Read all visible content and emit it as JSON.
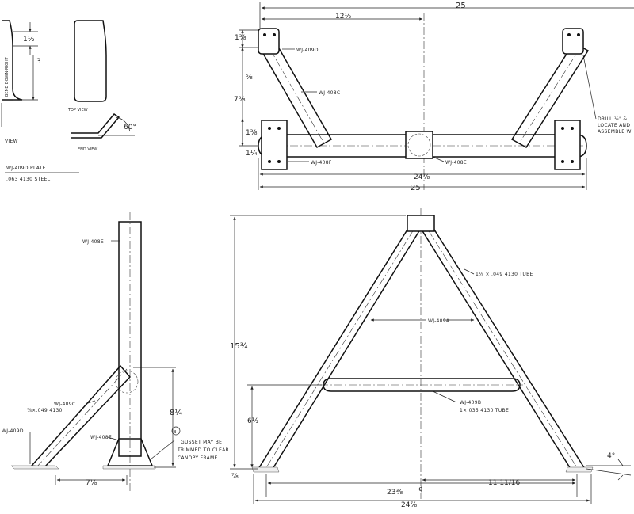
{
  "plate_detail": {
    "tab_dim": "1½",
    "height_dim": "3",
    "bend_note": "BEND DOWN-RIGHT",
    "top_view_label": "TOP VIEW",
    "end_view_label": "END VIEW",
    "side_view_label": "VIEW",
    "angle": "60°",
    "part_name": "WJ-409D PLATE",
    "material": ".063 4130 STEEL"
  },
  "plan_view": {
    "overall_width_top": "25",
    "half_width": "12½",
    "overall_width_bottom": "25",
    "inner_width": "24⅞",
    "dim_plate_a": "1⅜",
    "dim_plate_b": "⅝",
    "dim_rise": "7⅝",
    "dim_side_a": "1⅜",
    "dim_side_b": "1¼",
    "part_409d": "WJ-409D",
    "part_408c": "WJ-408C",
    "part_408f": "WJ-408F",
    "part_408e": "WJ-408E",
    "drill_note_1": "DRILL ¼\" &",
    "drill_note_2": "LOCATE AND",
    "drill_note_3": "ASSEMBLE W"
  },
  "side_view": {
    "part_408e": "WJ-408E",
    "part_409c": "WJ-409C",
    "tube_spec": "⅞×.049 4130",
    "part_409d": "WJ-409D",
    "part_408e_b": "WJ-408E",
    "height_dim": "8¼",
    "base_dim": "7⅛",
    "note_marker": "B",
    "gusset_note_1": "GUSSET MAY BE",
    "gusset_note_2": "TRIMMED TO CLEAR",
    "gusset_note_3": "CANOPY FRAME."
  },
  "front_view": {
    "height_dim": "15¾",
    "cross_dim": "6½",
    "base_dim": "⅞",
    "tube_spec": "1⅛ × .049 4130 TUBE",
    "part_409a": "WJ-409A",
    "part_409b": "WJ-409B",
    "tube_spec_b": "1×.035 4130 TUBE",
    "width_inner": "23⅜",
    "width_outer": "24⅞",
    "half_dim": "11 11/16",
    "center_mark": "¢",
    "angle": "4°"
  }
}
